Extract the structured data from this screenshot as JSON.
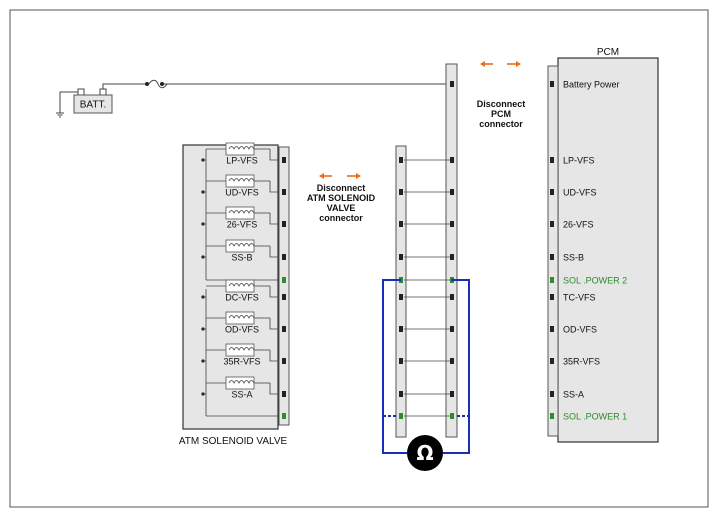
{
  "battery": {
    "label": "BATT."
  },
  "pcm": {
    "title": "PCM",
    "pins": [
      {
        "label": "Battery Power",
        "green": false
      },
      {
        "label": "LP-VFS",
        "green": false
      },
      {
        "label": "UD-VFS",
        "green": false
      },
      {
        "label": "26-VFS",
        "green": false
      },
      {
        "label": "SS-B",
        "green": false
      },
      {
        "label": "SOL .POWER 2",
        "green": true
      },
      {
        "label": "TC-VFS",
        "green": false
      },
      {
        "label": "OD-VFS",
        "green": false
      },
      {
        "label": "35R-VFS",
        "green": false
      },
      {
        "label": "SS-A",
        "green": false
      },
      {
        "label": "SOL .POWER 1",
        "green": true
      }
    ]
  },
  "disconnect_pcm": [
    "Disconnect",
    "PCM",
    "connector"
  ],
  "disconnect_atm": [
    "Disconnect",
    "ATM SOLENOID",
    "VALVE",
    "connector"
  ],
  "atm_valve": {
    "title": "ATM SOLENOID VALVE",
    "solenoids": [
      "LP-VFS",
      "UD-VFS",
      "26-VFS",
      "SS-B",
      "DC-VFS",
      "OD-VFS",
      "35R-VFS",
      "SS-A"
    ]
  },
  "meter": {
    "symbol": "Ω"
  },
  "colors": {
    "meter_wire": "#1a2fb8",
    "arrow": "#e8701a",
    "power_pin": "#2e8b2e",
    "panel": "#e6e6e6"
  }
}
